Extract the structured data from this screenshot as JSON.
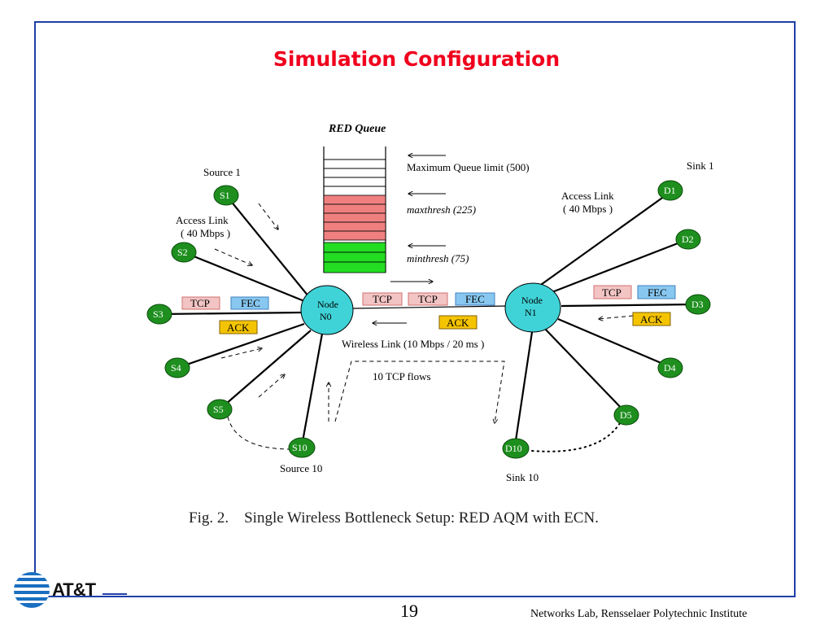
{
  "title": "Simulation Configuration",
  "queue": {
    "title": "RED Queue",
    "max_label": "Maximum Queue limit (500)",
    "maxthresh_label": "maxthresh (225)",
    "minthresh_label": "minthresh (75)"
  },
  "labels": {
    "source1": "Source 1",
    "source10": "Source 10",
    "sink1": "Sink 1",
    "sink10": "Sink 10",
    "access_link_left_1": "Access Link",
    "access_link_left_2": "( 40 Mbps )",
    "access_link_right_1": "Access Link",
    "access_link_right_2": "( 40 Mbps )",
    "wireless_link": "Wireless Link (10 Mbps / 20 ms )",
    "tcp_flows": "10 TCP flows"
  },
  "nodes": {
    "n0_line1": "Node",
    "n0_line2": "N0",
    "n1_line1": "Node",
    "n1_line2": "N1"
  },
  "sources": [
    "S1",
    "S2",
    "S3",
    "S4",
    "S5",
    "S10"
  ],
  "sinks": [
    "D1",
    "D2",
    "D3",
    "D4",
    "D5",
    "D10"
  ],
  "packets": {
    "tcp": "TCP",
    "fec": "FEC",
    "ack": "ACK"
  },
  "caption": "Fig. 2.    Single Wireless Bottleneck Setup: RED AQM with ECN.",
  "footer": {
    "page_number": "19",
    "credit": "Networks Lab, Rensselaer Polytechnic Institute",
    "logo_text": "AT&T"
  },
  "colors": {
    "title": "#f0001d",
    "frame": "#1f3fa8",
    "node_green": "#1e8f1e",
    "hub_cyan": "#3fd3d8",
    "queue_red": "#f08080",
    "queue_green": "#22dd22",
    "tcp_pink": "#f3c4c4",
    "fec_blue": "#88c8f0",
    "ack_yellow": "#f5c400"
  }
}
